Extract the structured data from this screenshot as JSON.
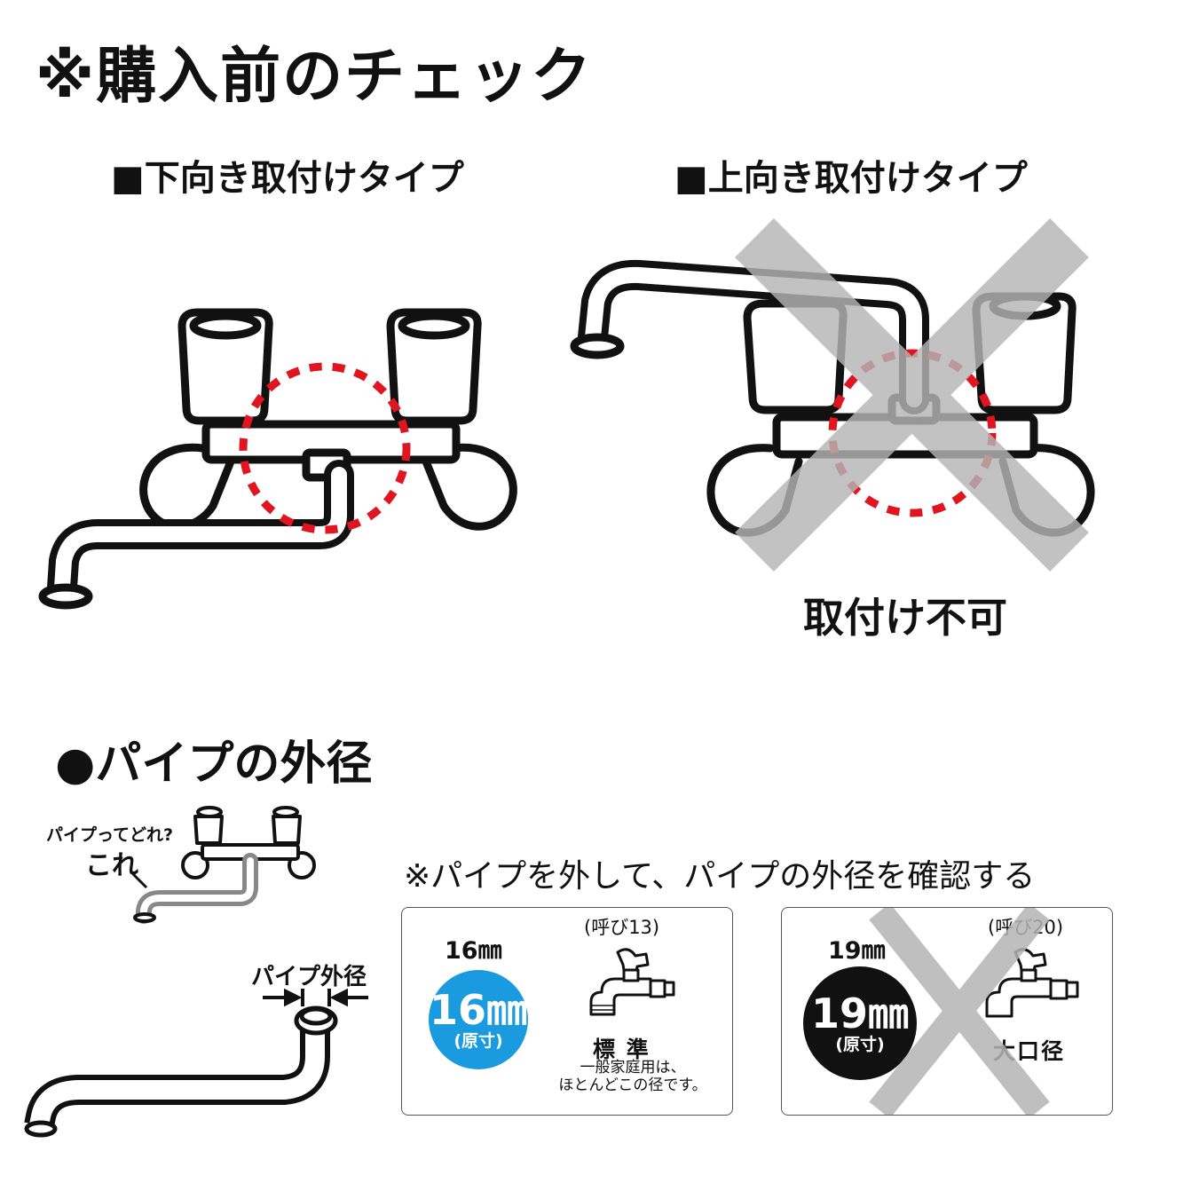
{
  "title": "※購入前のチェック",
  "sections": {
    "downward": {
      "label": "■下向き取付けタイプ"
    },
    "upward": {
      "label": "■上向き取付けタイプ",
      "verdict": "取付け不可"
    }
  },
  "pipe_section": {
    "title": "●パイプの外径",
    "question": "パイプってどれ?",
    "answer": "これ",
    "od_label": "パイプ外径",
    "check_note": "※パイプを外して、パイプの外径を確認する"
  },
  "cards": [
    {
      "size_label": "16㎜",
      "circle_value": "16㎜",
      "circle_sub": "(原寸)",
      "nominal": "(呼び13)",
      "kind": "標 準",
      "desc_line1": "一般家庭用は、",
      "desc_line2": "ほとんどこの径です。",
      "color": "#1a9be0"
    },
    {
      "size_label": "19㎜",
      "circle_value": "19㎜",
      "circle_sub": "(原寸)",
      "nominal": "(呼び20)",
      "kind": "大口径",
      "color": "#111111"
    }
  ],
  "colors": {
    "dash": "#e0151f",
    "cross": "#b5b5b5"
  }
}
